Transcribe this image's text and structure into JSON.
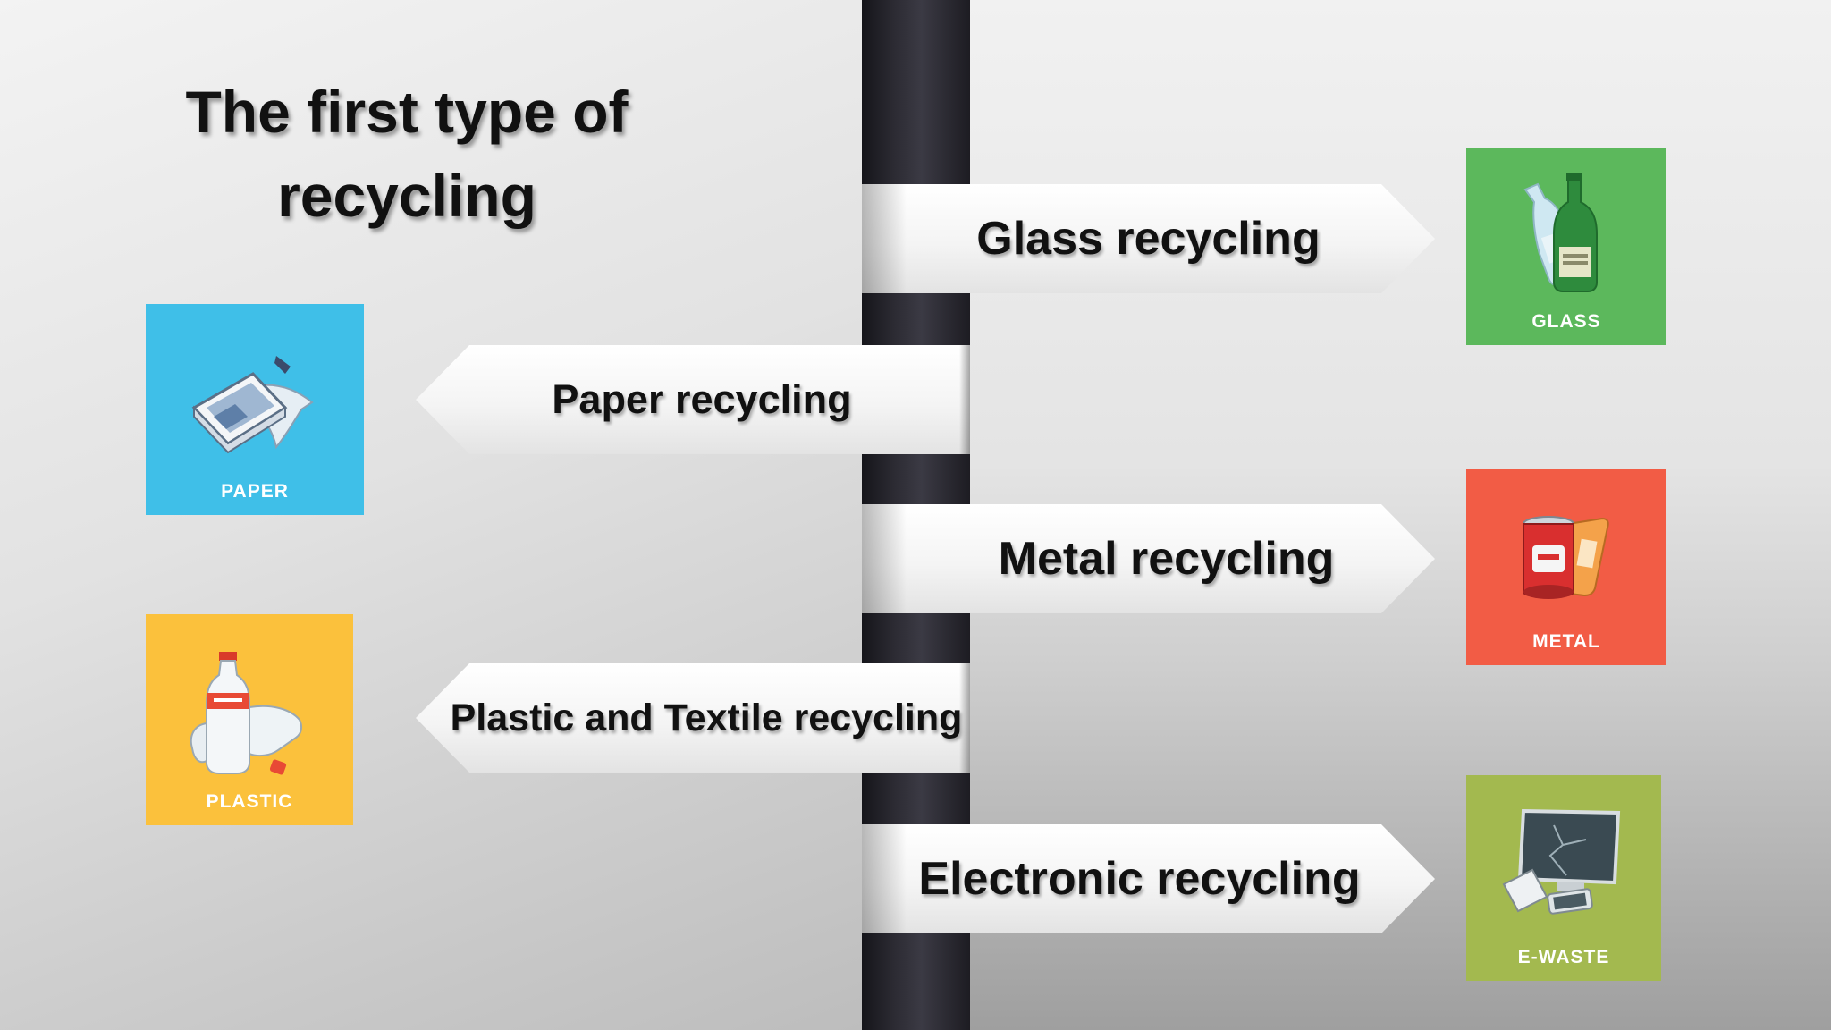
{
  "title": {
    "line1": "The first type of",
    "line2": "recycling"
  },
  "signs": {
    "glass": "Glass recycling",
    "paper": "Paper recycling",
    "metal": "Metal recycling",
    "plastic": "Plastic and Textile recycling",
    "electronic": "Electronic recycling"
  },
  "tiles": {
    "glass": {
      "label": "GLASS",
      "color": "#5cb85c",
      "icon": "bottles-icon"
    },
    "paper": {
      "label": "PAPER",
      "color": "#3fbfe8",
      "icon": "paper-icon"
    },
    "metal": {
      "label": "METAL",
      "color": "#f25c45",
      "icon": "cans-icon"
    },
    "plastic": {
      "label": "PLASTIC",
      "color": "#fbc13c",
      "icon": "plastic-bottle-icon"
    },
    "ewaste": {
      "label": "E-WASTE",
      "color": "#a3b94f",
      "icon": "monitor-icon"
    }
  }
}
